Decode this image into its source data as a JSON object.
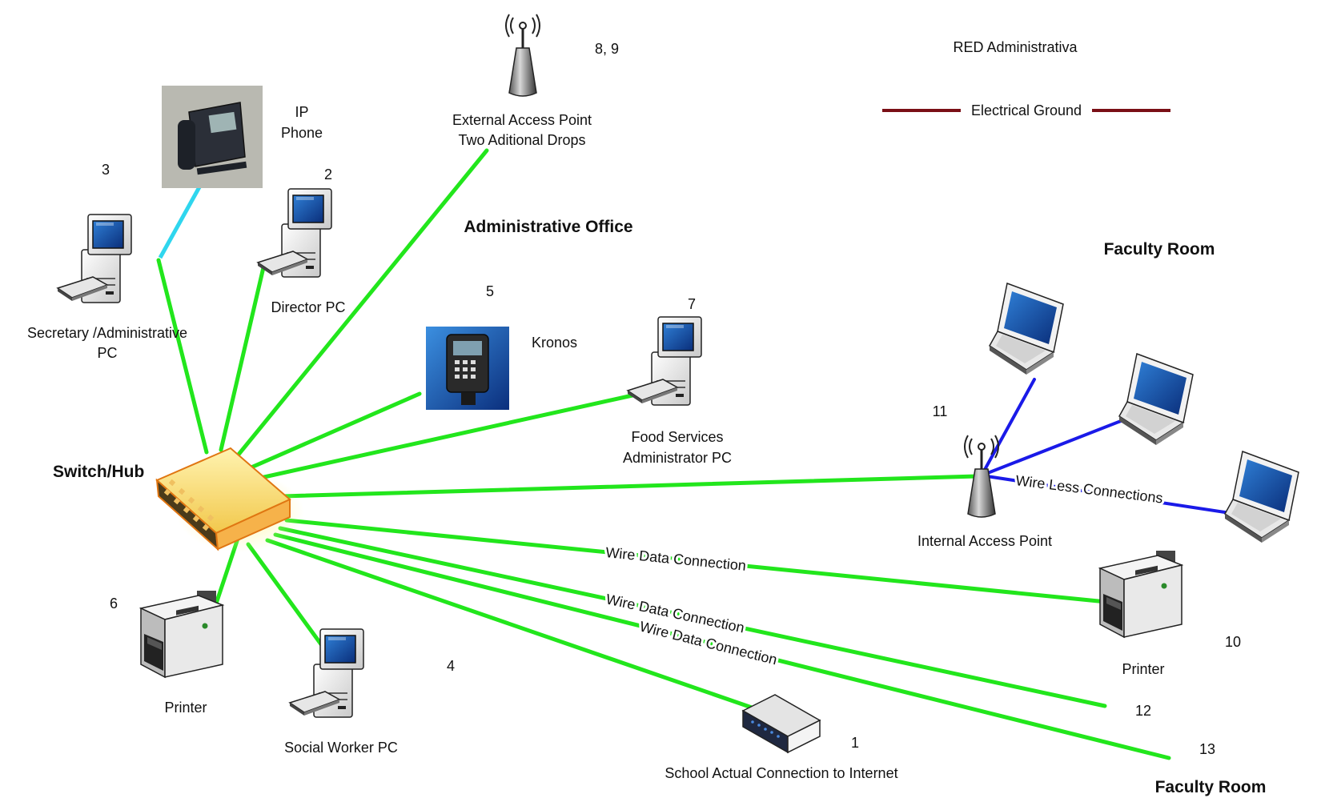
{
  "legend": {
    "red_label": "RED Administrativa",
    "ground_label": "Electrical Ground",
    "ground_color": "#7a0f16"
  },
  "colors": {
    "wired": "#22e61c",
    "wireless": "#1a1ae8",
    "phone_link": "#2fd6ee"
  },
  "sections": {
    "admin_office": "Administrative Office",
    "faculty_room_top": "Faculty Room",
    "faculty_room_bottom": "Faculty Room"
  },
  "hub": {
    "label": "Switch/Hub",
    "icon": "switch-hub-icon"
  },
  "nodes": {
    "ip_phone": {
      "label_1": "IP",
      "label_2": "Phone",
      "icon": "ip-phone-icon"
    },
    "external_ap": {
      "number": "8, 9",
      "label_1": "External Access Point",
      "label_2": "Two Aditional Drops",
      "icon": "access-point-icon"
    },
    "secretary_pc": {
      "number": "3",
      "label_1": "Secretary /Administrative",
      "label_2": "PC",
      "icon": "desktop-pc-icon"
    },
    "director_pc": {
      "number": "2",
      "label": "Director PC",
      "icon": "desktop-pc-icon"
    },
    "kronos": {
      "number": "5",
      "label": "Kronos",
      "icon": "time-clock-icon"
    },
    "food_services_pc": {
      "number": "7",
      "label_1": "Food Services",
      "label_2": "Administrator PC",
      "icon": "desktop-pc-icon"
    },
    "internal_ap": {
      "number": "11",
      "label": "Internal Access Point",
      "icon": "access-point-icon"
    },
    "printer_left": {
      "number": "6",
      "label": "Printer",
      "icon": "printer-icon"
    },
    "social_worker_pc": {
      "number": "4",
      "label": "Social Worker PC",
      "icon": "desktop-pc-icon"
    },
    "internet": {
      "number": "1",
      "label": "School Actual Connection to Internet",
      "icon": "modem-icon"
    },
    "printer_right": {
      "number": "10",
      "label": "Printer",
      "icon": "printer-icon"
    },
    "drop_12": {
      "number": "12"
    },
    "drop_13": {
      "number": "13"
    }
  },
  "connection_labels": {
    "wireless": "Wire Less Connections",
    "wire_1": "Wire Data Connection",
    "wire_2": "Wire Data Connection",
    "wire_3": "Wire Data Connection"
  }
}
